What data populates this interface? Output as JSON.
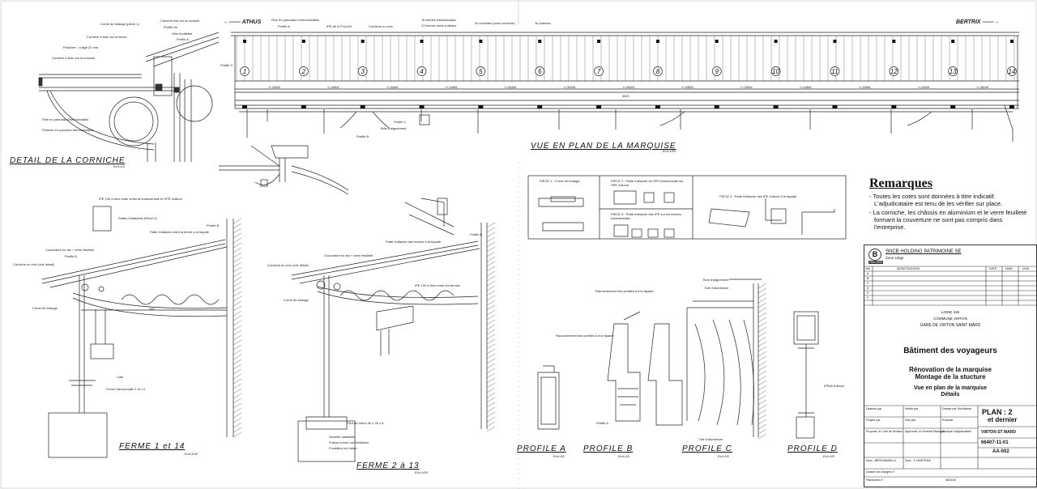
{
  "plan": {
    "directions": {
      "left": "ATHUS",
      "right": "BERTRIX"
    },
    "bay_numbers": [
      "1",
      "2",
      "3",
      "4",
      "5",
      "6",
      "7",
      "8",
      "9",
      "10",
      "11",
      "12",
      "13",
      "14"
    ],
    "spacings": [
      "+/-345/6",
      "+/-345/6",
      "+/-345/6",
      "+/-345/6",
      "+/-345/6",
      "+/-345/6",
      "+/-545/6",
      "+/-345/6",
      "+/-345/6",
      "+/-345/6",
      "+/-345/6",
      "+/-345/6",
      "+/-345/6"
    ],
    "top_labels": [
      "Rive en panneaux thermoisolable",
      "Profilé A",
      "IPE 80 & PLA220",
      "Corniche en zinc",
      "1b fermes transversales",
      "13 fermes entre poteaux",
      "3x consoles (sous corniche)",
      "1b poteaux"
    ],
    "bottom_labels": [
      "Profilé 3",
      "Profilé B",
      "Profilé C",
      "Bois d'alignement"
    ],
    "total": "4821"
  },
  "titles": {
    "corniche": "DETAIL DE LA CORNICHE",
    "plan": "VUE EN PLAN DE LA MARQUISE",
    "ferme1": "FERME 1 et 14",
    "ferme2": "FERME 2 à 13",
    "profA": "PROFILE A",
    "profB": "PROFILE B",
    "profC": "PROFILE C",
    "profD": "PROFILE D"
  },
  "scales": {
    "corniche": "Ech:1/5",
    "plan": "Ech:1/50",
    "ferme1": "Ech:1/20",
    "ferme2": "Ech:1/20",
    "profA": "Ech:1/5",
    "profB": "Ech:1/5",
    "profC": "Ech:1/5",
    "profD": "Ech:1/5"
  },
  "corniche_labels": [
    "Corne de bridage (pièce 1)",
    "Chevron fixé sur la console",
    "Profilé 4b",
    "Cornière à fixer sur la ferme",
    "Vitre feuilletée",
    "Plancher - voligé 22 mm",
    "Profilé A",
    "Cornière à fixer sur la console",
    "Rive en panneau thermoisolable",
    "Planche en panneau thermoisolable"
  ],
  "ferme1_labels": [
    "IPE 100 à fixer entre la ferme transversale et l'IPE d'about",
    "Pattes d'attaches (Pièce 2)",
    "Profilé B",
    "Patte d'attache entre la ferme à la façade",
    "Couverture en alu + verre feuilleté",
    "Profilé A",
    "Corniche en zinc (voir détail)",
    "Corne de bridage",
    "Cale",
    "Ferme transversale 1 et 14",
    "380"
  ],
  "ferme2_labels": [
    "Patte d'attache des fermes à la façade",
    "Profilé B",
    "Couverture en alu + verre feuilleté",
    "Corniche en zinc (voir détail)",
    "Corne de bridage",
    "IPE 100 à fixer entre les fermes",
    "Pied de béton 30 x 30 x 5",
    "Semelle stabilisée",
    "Poteau à fixer sur fondation",
    "Fondation en béton"
  ],
  "profile_labels": [
    "Raccordement des profilés A à la façade",
    "Raccordement des profilés A à la façade",
    "Bois d'alignement",
    "Tôle d'aluminium",
    "Profilé A",
    "Tôle d'aluminium",
    "IPE80 d'about"
  ],
  "pieces": {
    "p1": "PIECE 1 : Corne de bridage",
    "p2": "PIECE 2 : Patte d'attache de l'IPE transversale sur l'IPE d'about",
    "p3": "PIECE 3 : Patte d'attache des IPE sur les fermes transversales",
    "p4": "PIECE 4 : Patte d'attache des IPE d'about à la façade"
  },
  "remarks": {
    "title": "Remarques",
    "items": [
      "- Toutes les cotes sont données à titre indicatif. L'adjudicataire est tenu de les vérifier sur place.",
      "- La corniche, les châssis en aluminium et le verre feuilleté formant la couverture ne sont pas compris dans l'entreprise."
    ]
  },
  "cartouche": {
    "company": "SNCB HOLDING PATRIMOINE SE",
    "zone": "Zone Liège",
    "logo": "B",
    "logo_sub": "HOLDING",
    "rev_headers": [
      "IND.",
      "MODIFICATIONS",
      "DATE",
      "NOM",
      "VISA"
    ],
    "rev_rows": [
      "A",
      "B",
      "C",
      "D",
      "E",
      "F"
    ],
    "ligne": "LIGNE 165",
    "commune": "COMMUNE VIRTON",
    "gare": "GARE DE VIRTON SAINT MARD",
    "building": "Bâtiment des voyageurs",
    "subtitle1": "Rénovation de la marquise",
    "subtitle2": "Montage de la stucture",
    "subtitle3": "Vue en plan de la marquise",
    "subtitle4": "Détails",
    "plan_label": "PLAN : 2",
    "plan_sub": "et dernier",
    "site": "VIRTON ST MARD",
    "number": "66407-11-01",
    "code": "AA-002",
    "sign_cells": [
      "Dessiné par",
      "Vérifié par",
      "Dressé par l'Architecte",
      "Projeté par",
      "Visé par",
      "Proposé",
      "Proposé, le Chef de Division",
      "Approuvé, le General Manager",
      "Accepté l'adjudicataire"
    ],
    "names": [
      "Nom : BERCHMANS A.",
      "Nom : F. MARTENS"
    ],
    "footer": [
      "Dossier de charges n°",
      "Patrimoine n°",
      "08/2019"
    ]
  }
}
